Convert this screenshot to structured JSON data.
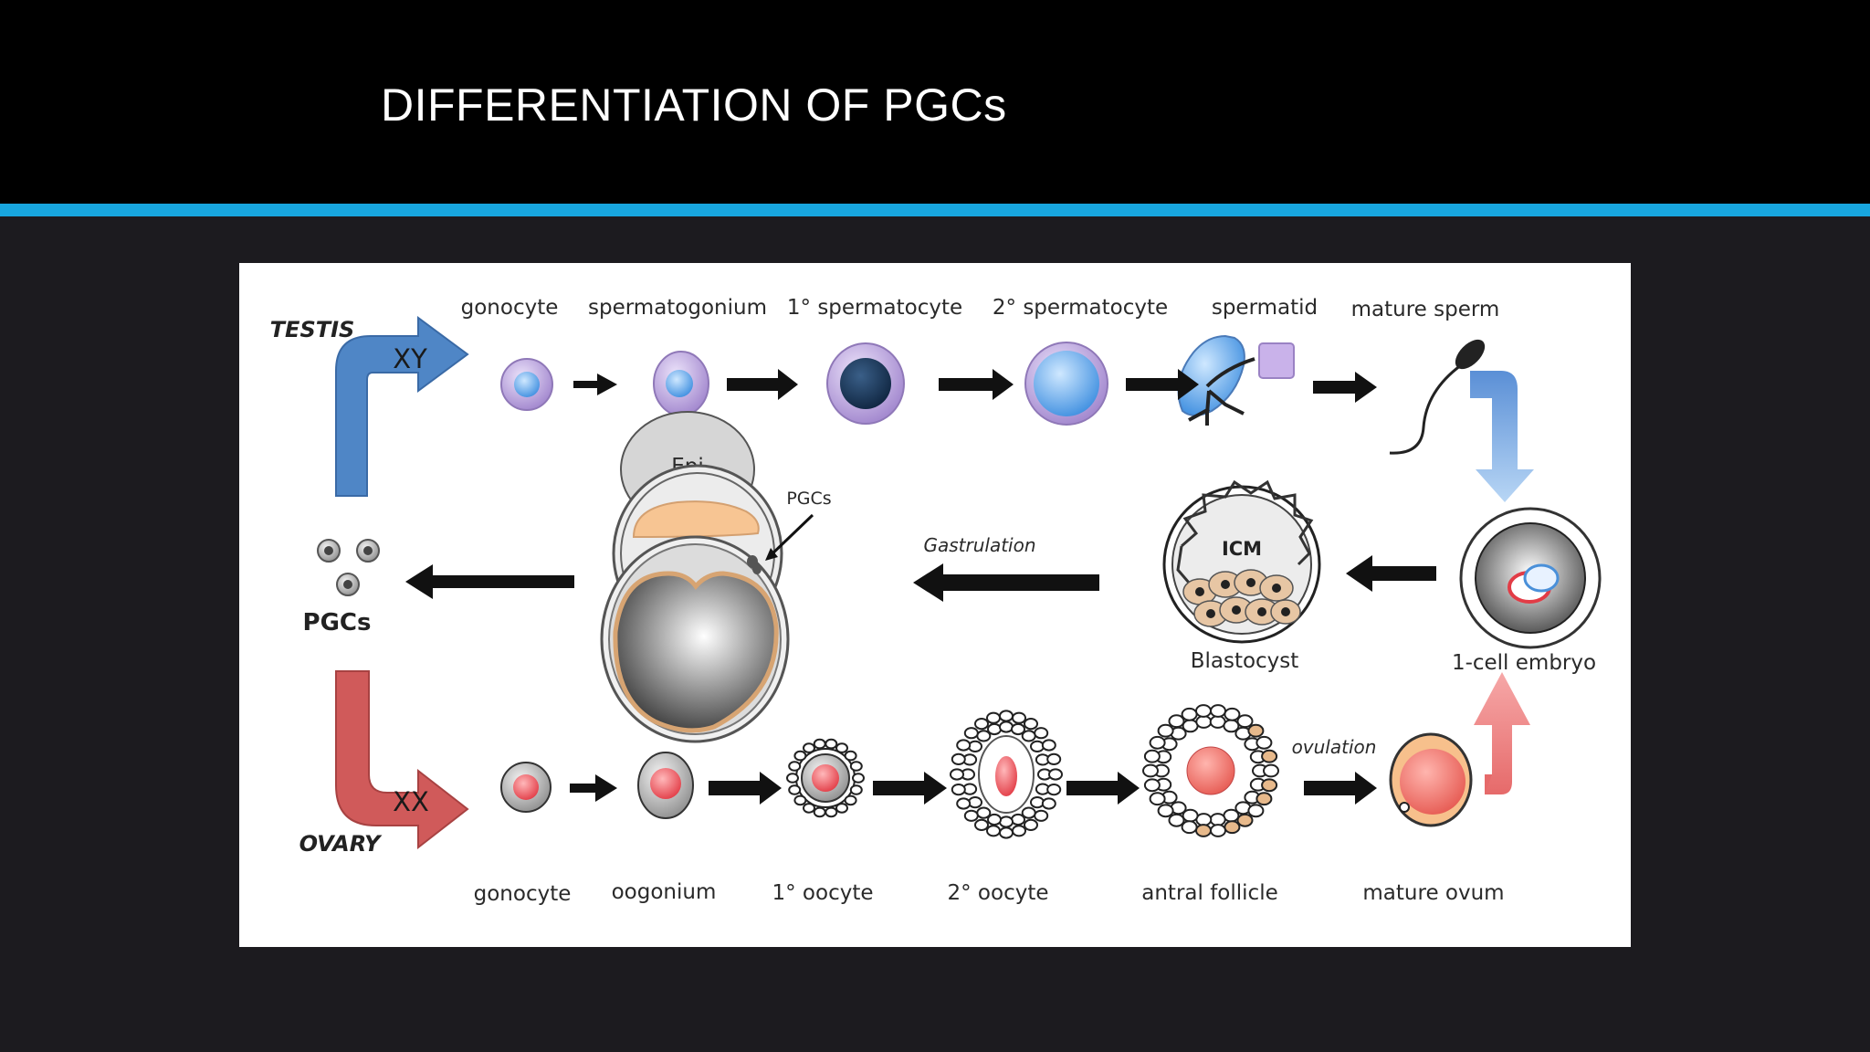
{
  "slide": {
    "title": "DIFFERENTIATION OF PGCs"
  },
  "diagram": {
    "testis_label": "TESTIS",
    "ovary_label": "OVARY",
    "xy_label": "XY",
    "xx_label": "XX",
    "pgcs_label": "PGCs",
    "pgcs_small_label": "PGCs",
    "epi_label": "Epi",
    "icm_label": "ICM",
    "gastrulation_label": "Gastrulation",
    "ovulation_label": "ovulation",
    "blastocyst_label": "Blastocyst",
    "one_cell_embryo_label": "1-cell embryo",
    "male_stages": [
      "gonocyte",
      "spermatogonium",
      "1° spermatocyte",
      "2° spermatocyte",
      "spermatid",
      "mature sperm"
    ],
    "female_stages": [
      "gonocyte",
      "oogonium",
      "1° oocyte",
      "2° oocyte",
      "antral follicle",
      "mature ovum"
    ],
    "colors": {
      "male_arrow": "#4f86c6",
      "female_arrow": "#d05a5a",
      "male_cell": "#b9a2dc",
      "male_nucleus": "#6fb1ea",
      "female_nucleus": "#e8525a",
      "cumulus": "#e7b98b"
    }
  }
}
